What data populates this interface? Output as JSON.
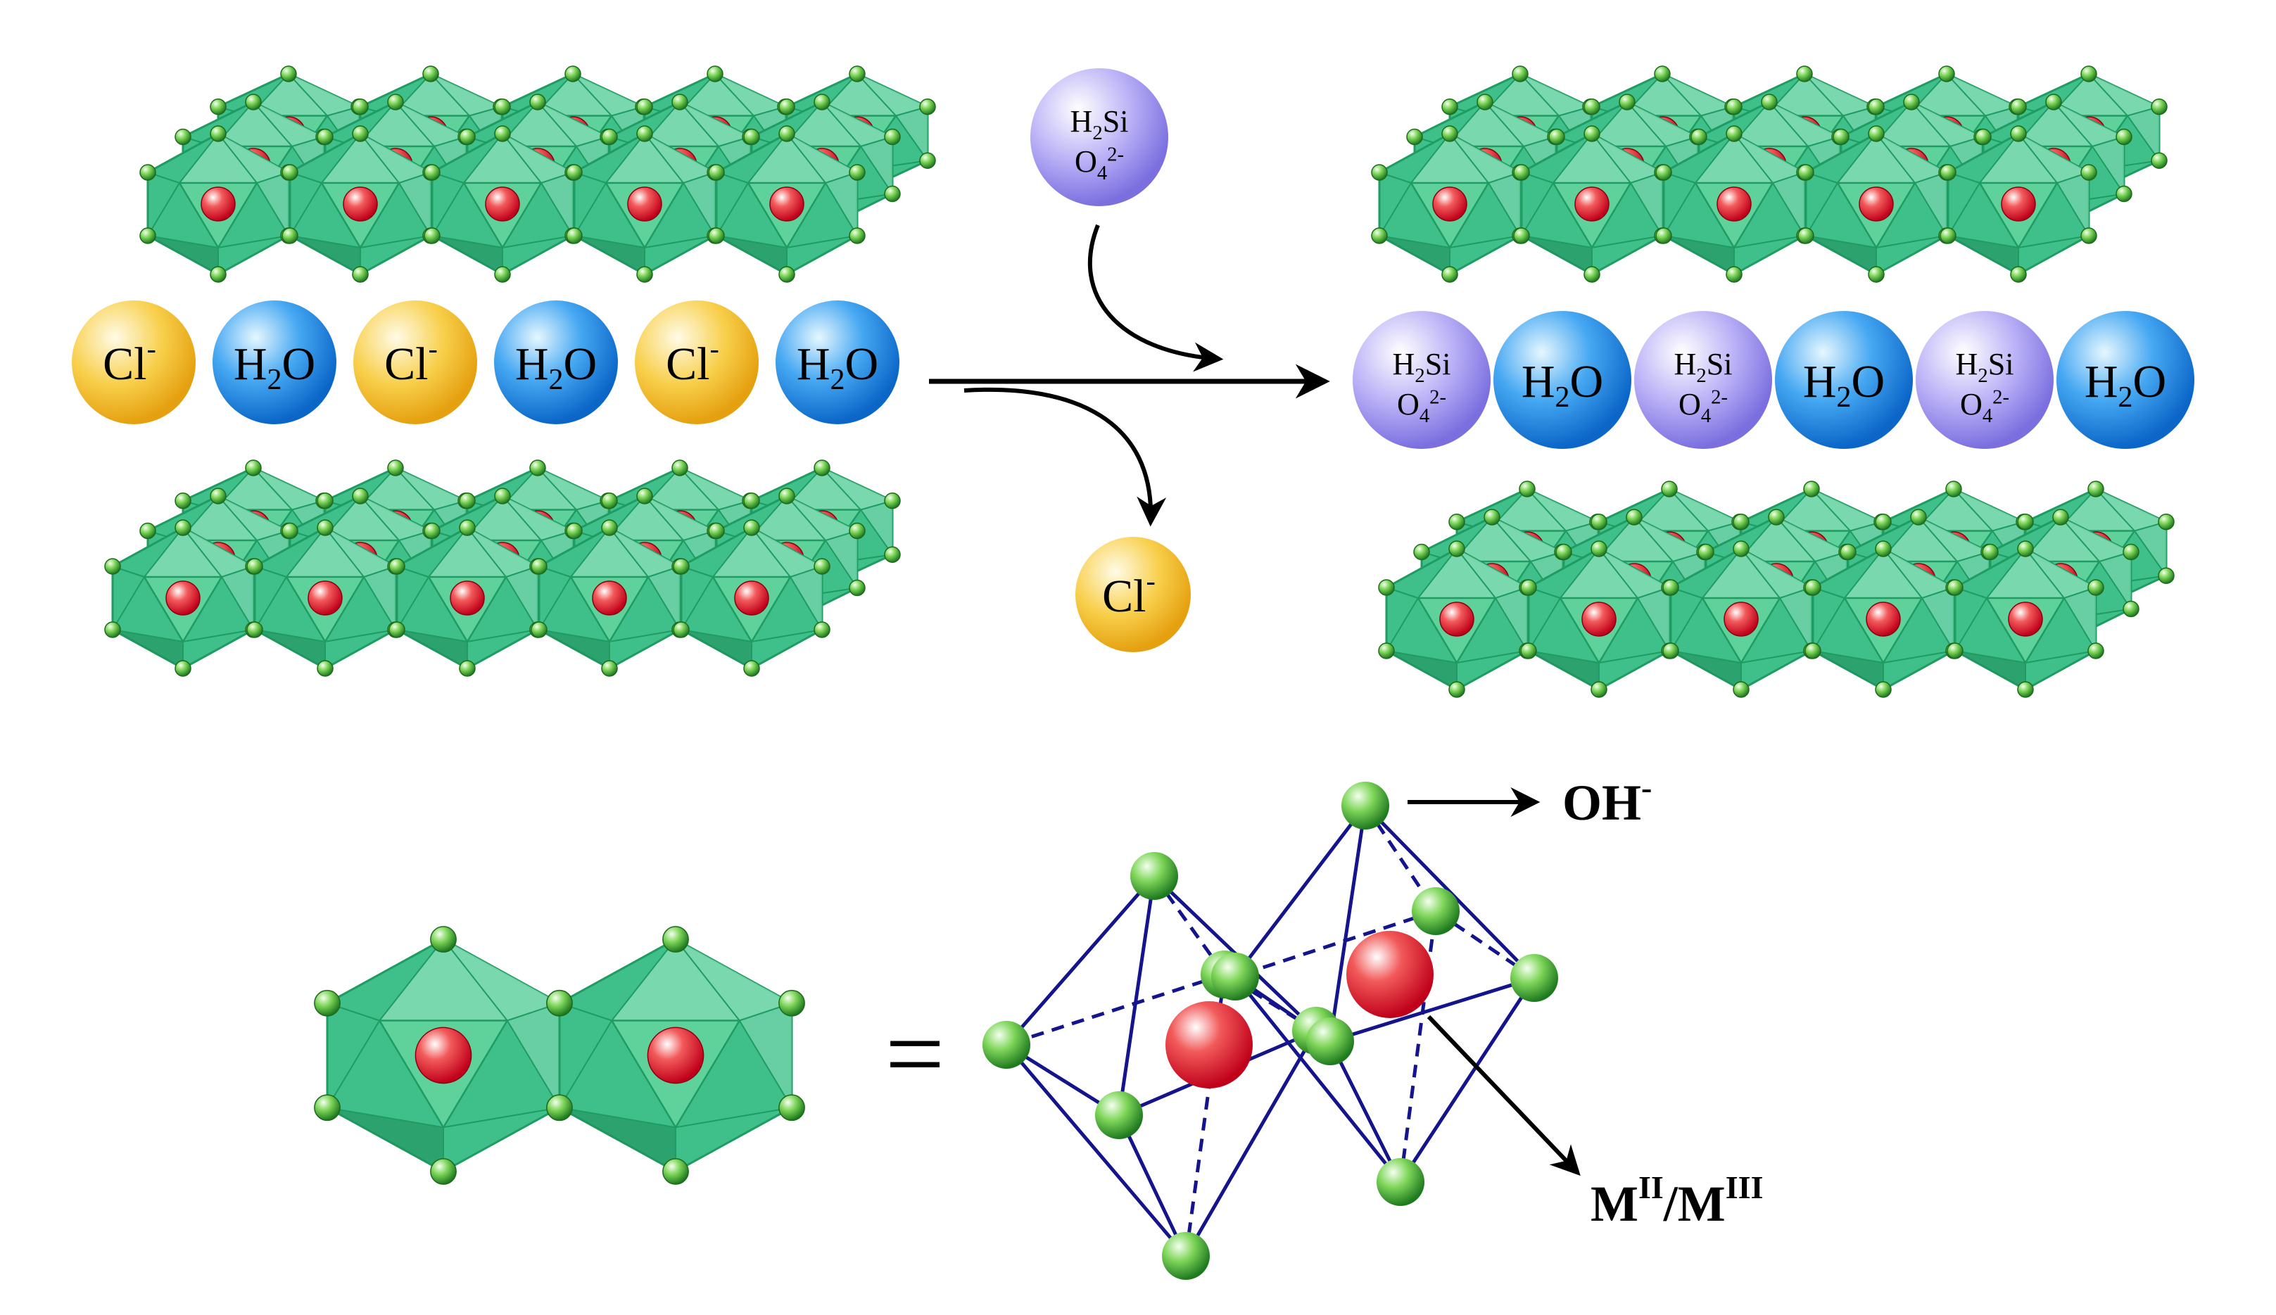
{
  "colors": {
    "octahedron_fill": "#3fbf8a",
    "octahedron_light": "#8fe0bb",
    "octahedron_dark": "#1f8f5c",
    "octahedron_edge": "#1e9c62",
    "oh_vertex": "#6fd24a",
    "metal_ion": "#e8242c",
    "chloride_ion": "#f5b51c",
    "water_molecule": "#2a8fe8",
    "silicate_ion": "#a59af0",
    "wireframe": "#14148c",
    "arrow": "#000000"
  },
  "interlayer_before": [
    {
      "type": "chloride",
      "label": "Cl",
      "sup": "-"
    },
    {
      "type": "water",
      "label": "H",
      "sub": "2",
      "label2": "O"
    },
    {
      "type": "chloride",
      "label": "Cl",
      "sup": "-"
    },
    {
      "type": "water",
      "label": "H",
      "sub": "2",
      "label2": "O"
    },
    {
      "type": "chloride",
      "label": "Cl",
      "sup": "-"
    },
    {
      "type": "water",
      "label": "H",
      "sub": "2",
      "label2": "O"
    }
  ],
  "interlayer_after": [
    {
      "type": "silicate"
    },
    {
      "type": "water",
      "label": "H",
      "sub": "2",
      "label2": "O"
    },
    {
      "type": "silicate"
    },
    {
      "type": "water",
      "label": "H",
      "sub": "2",
      "label2": "O"
    },
    {
      "type": "silicate"
    },
    {
      "type": "water",
      "label": "H",
      "sub": "2",
      "label2": "O"
    }
  ],
  "silicate_label": {
    "line1_base": "H",
    "line1_sub": "2",
    "line1_tail": "Si",
    "line2_base": "O",
    "line2_sub": "4",
    "line2_sup": "2-"
  },
  "incoming_ion": "silicate",
  "outgoing_ion": {
    "label": "Cl",
    "sup": "-"
  },
  "equals_sign": "=",
  "hydroxide_label": {
    "base": "OH",
    "sup": "-"
  },
  "metal_label": {
    "m1": "M",
    "m1_sup": "II",
    "slash": "/",
    "m2": "M",
    "m2_sup": "III"
  }
}
